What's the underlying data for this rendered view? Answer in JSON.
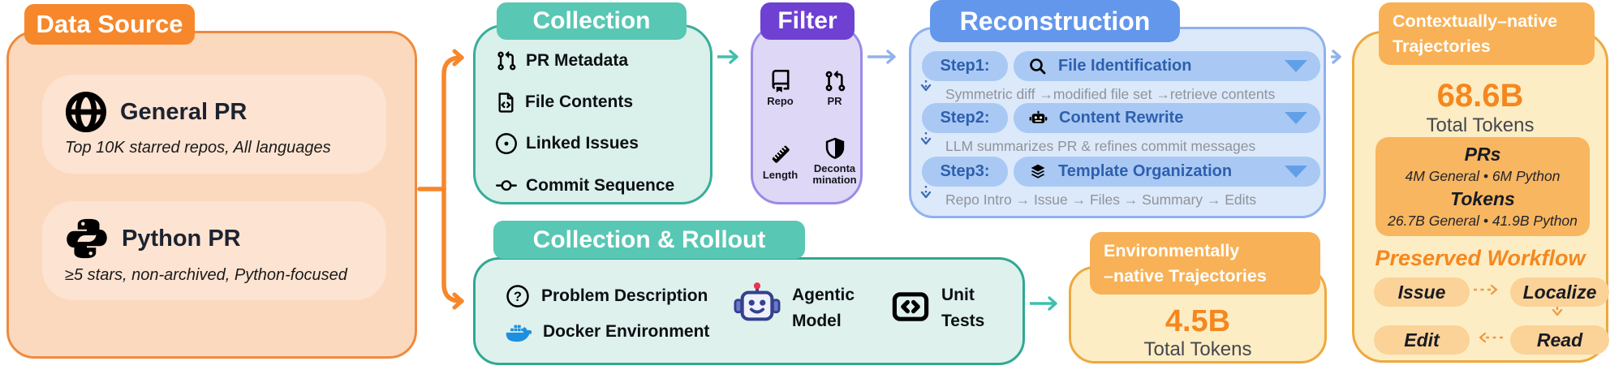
{
  "data_source": {
    "title": "Data Source",
    "items": [
      {
        "icon": "globe-icon",
        "title": "General PR",
        "subtitle": "Top 10K starred repos, All languages"
      },
      {
        "icon": "python-icon",
        "title": "Python PR",
        "subtitle": "≥5 stars, non-archived, Python-focused"
      }
    ]
  },
  "collection": {
    "title": "Collection",
    "items": [
      {
        "icon": "pull-request-icon",
        "label": "PR Metadata"
      },
      {
        "icon": "file-code-icon",
        "label": "File Contents"
      },
      {
        "icon": "issue-icon",
        "label": "Linked Issues"
      },
      {
        "icon": "commit-icon",
        "label": "Commit Sequence"
      }
    ]
  },
  "filter": {
    "title": "Filter",
    "items": [
      {
        "icon": "repo-icon",
        "label": "Repo"
      },
      {
        "icon": "pull-request-icon",
        "label": "PR"
      },
      {
        "icon": "ruler-icon",
        "label": "Length"
      },
      {
        "icon": "shield-icon",
        "label": "Deconta\nmination"
      }
    ]
  },
  "reconstruction": {
    "title": "Reconstruction",
    "steps": [
      {
        "label": "Step1:",
        "icon": "search-icon",
        "name": "File Identification",
        "note": "Symmetric diff →modified file set →retrieve contents"
      },
      {
        "label": "Step2:",
        "icon": "robot-icon",
        "name": "Content Rewrite",
        "note": "LLM summarizes PR & refines commit messages"
      },
      {
        "label": "Step3:",
        "icon": "layers-icon",
        "name": "Template Organization",
        "note": "Repo Intro → Issue → Files → Summary → Edits"
      }
    ]
  },
  "collection_rollout": {
    "title": "Collection & Rollout",
    "items": [
      {
        "icon": "question-icon",
        "label": "Problem Description"
      },
      {
        "icon": "docker-icon",
        "label": "Docker Environment"
      },
      {
        "icon": "agent-robot-icon",
        "label": "Agentic\nModel"
      },
      {
        "icon": "unit-test-icon",
        "label": "Unit\nTests"
      }
    ]
  },
  "contextual_panel": {
    "title": "Contextually–native\nTrajectories",
    "total_value": "68.6B",
    "total_label": "Total Tokens",
    "stats": {
      "prs_title": "PRs",
      "prs_detail": "4M General • 6M Python",
      "tokens_title": "Tokens",
      "tokens_detail": "26.7B General • 41.9B Python"
    },
    "workflow_title": "Preserved Workflow",
    "workflow_nodes": [
      "Issue",
      "Localize",
      "Edit",
      "Read"
    ]
  },
  "environmental_panel": {
    "title": "Environmentally\n–native Trajectories",
    "total_value": "4.5B",
    "total_label": "Total Tokens"
  },
  "icons": {
    "question_glyph": "?"
  },
  "colors": {
    "orange": "#f6872a",
    "orange_badge": "#f8b156",
    "orange_highlight": "#f5871f",
    "teal": "#58c7b4",
    "purple": "#6e41d2",
    "blue": "#6397ec"
  }
}
